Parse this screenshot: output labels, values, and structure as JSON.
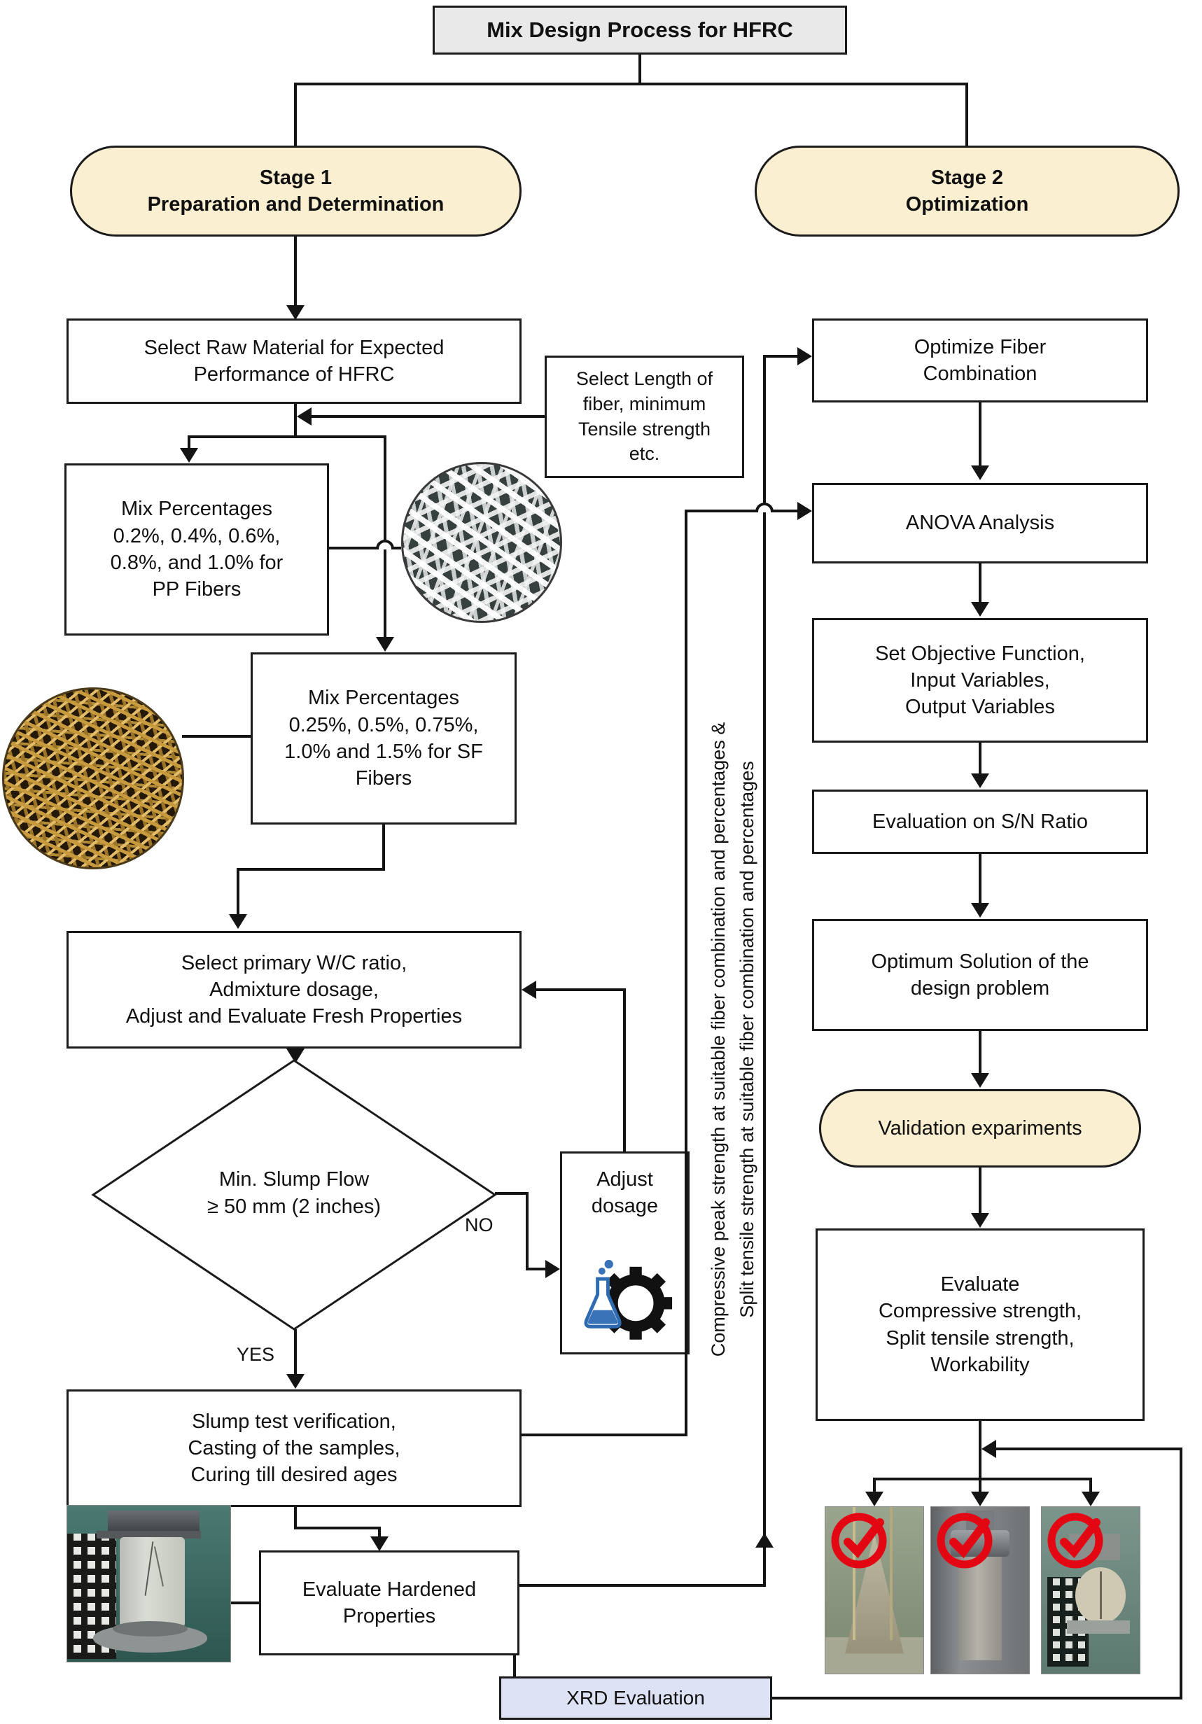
{
  "diagram": {
    "title": "Mix Design Process for HFRC",
    "stage1_label": "Stage 1\nPreparation and Determination",
    "stage2_label": "Stage 2\nOptimization",
    "left_column": {
      "select_raw": "Select Raw Material for Expected\nPerformance of HFRC",
      "select_length": "Select Length of\nfiber, minimum\nTensile strength\netc.",
      "mix_pp": "Mix Percentages\n0.2%, 0.4%, 0.6%,\n0.8%, and 1.0% for\nPP Fibers",
      "mix_sf": "Mix Percentages\n0.25%, 0.5%, 0.75%,\n1.0% and 1.5% for SF\nFibers",
      "wc_ratio": "Select primary W/C ratio,\nAdmixture dosage,\nAdjust and Evaluate Fresh Properties",
      "slump_decision": "Min. Slump Flow\n≥ 50 mm (2 inches)",
      "no_label": "NO",
      "yes_label": "YES",
      "adjust_dosage": "Adjust\ndosage",
      "slump_test": "Slump test verification,\nCasting of the samples,\nCuring till desired ages",
      "evaluate_hardened": "Evaluate Hardened\nProperties"
    },
    "right_column": {
      "optimize": "Optimize Fiber\nCombination",
      "anova": "ANOVA Analysis",
      "objective": "Set Objective Function,\nInput Variables,\nOutput Variables",
      "sn_ratio": "Evaluation on S/N Ratio",
      "optimum": "Optimum Solution of the\ndesign problem",
      "validation": "Validation expariments",
      "evaluate_final": "Evaluate\nCompressive strength,\nSplit tensile strength,\nWorkability"
    },
    "middle_caption": {
      "line1": "Compressive peak strength at suitable fiber combination and percentages &",
      "line2": "Split tensile strength at suitable fiber combination and percentages"
    },
    "xrd_label": "XRD Evaluation",
    "icons": [
      "flask-icon",
      "gear-icon",
      "check-circle-icon"
    ],
    "images": [
      "pp-fibers-photo",
      "steel-fibers-photo",
      "cylinder-test-photo",
      "slump-cone-photo",
      "compression-test-photo",
      "split-tensile-photo"
    ],
    "colors": {
      "stage_pill_fill": "#FBEFD2",
      "title_fill": "#E9E9E9",
      "xrd_fill": "#DDE3F4",
      "line": "#141414",
      "check_red": "#E30613",
      "flask_blue": "#3A72B8"
    }
  }
}
